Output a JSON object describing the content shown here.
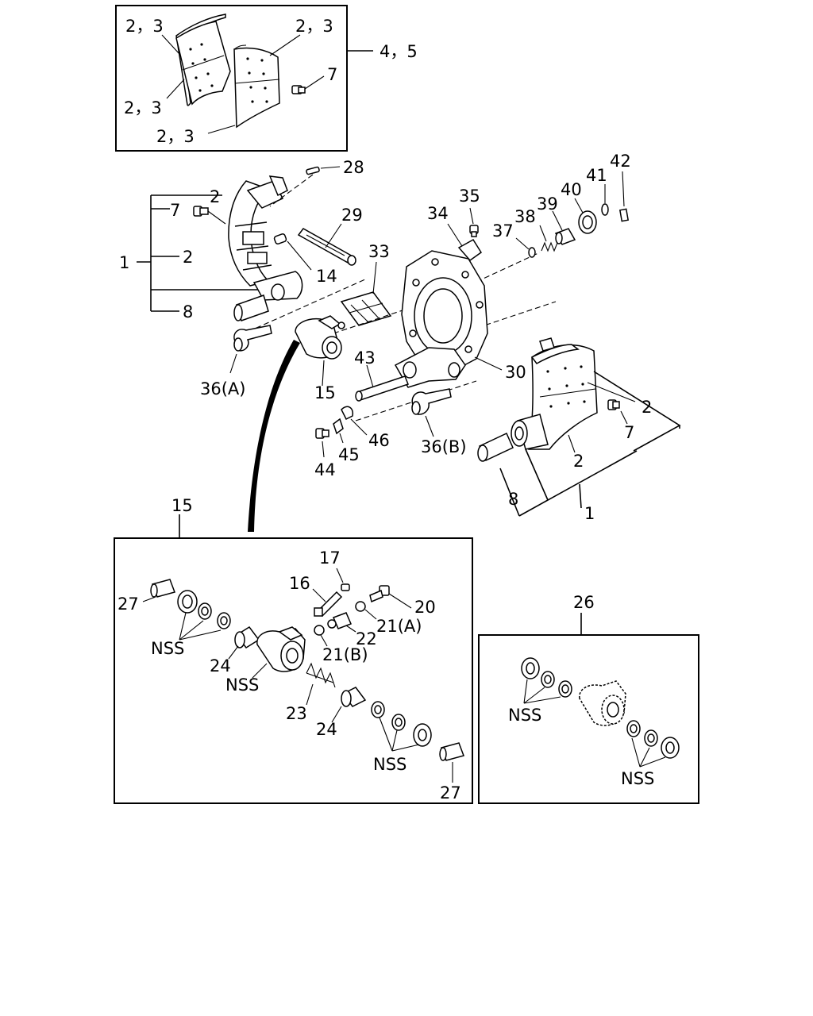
{
  "callouts": {
    "inset_top": {
      "tl": "2，3",
      "tr": "2，3",
      "ml": "2，3",
      "bl": "2，3",
      "screw": "7",
      "set": "4，5"
    },
    "main": {
      "n1_left": "1",
      "n2_a": "2",
      "n7_left": "7",
      "n2_b": "2",
      "n8_left": "8",
      "n28": "28",
      "n29": "29",
      "n14": "14",
      "n33": "33",
      "n34": "34",
      "n35": "35",
      "n37": "37",
      "n38": "38",
      "n39": "39",
      "n40": "40",
      "n41": "41",
      "n42": "42",
      "n30": "30",
      "n36a": "36(A)",
      "n15": "15",
      "n43": "43",
      "n36b": "36(B)",
      "n44": "44",
      "n45": "45",
      "n46": "46",
      "n2_right": "2",
      "n7_right": "7",
      "n2_lower": "2",
      "n8_right": "8",
      "n1_right": "1"
    },
    "inset_15": {
      "title": "15",
      "n27_top": "27",
      "n17": "17",
      "n16": "16",
      "n20": "20",
      "n21a": "21(A)",
      "n22": "22",
      "n21b": "21(B)",
      "nss_left": "NSS",
      "n24_left": "24",
      "nss_mid": "NSS",
      "n23": "23",
      "n24_right": "24",
      "nss_bottom": "NSS",
      "n27_bottom": "27"
    },
    "inset_26": {
      "title": "26",
      "nss_left": "NSS",
      "nss_right": "NSS"
    }
  }
}
